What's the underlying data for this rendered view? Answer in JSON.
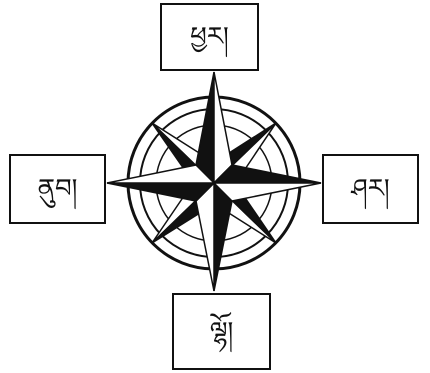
{
  "directions": {
    "north": "ཕྱར།",
    "south": "ལྷོ།",
    "east": "ཤར།",
    "west": "ནུབ།"
  },
  "colors": {
    "ink": "#111111",
    "background": "#ffffff"
  },
  "icons": {
    "compass": "compass-rose-icon"
  }
}
